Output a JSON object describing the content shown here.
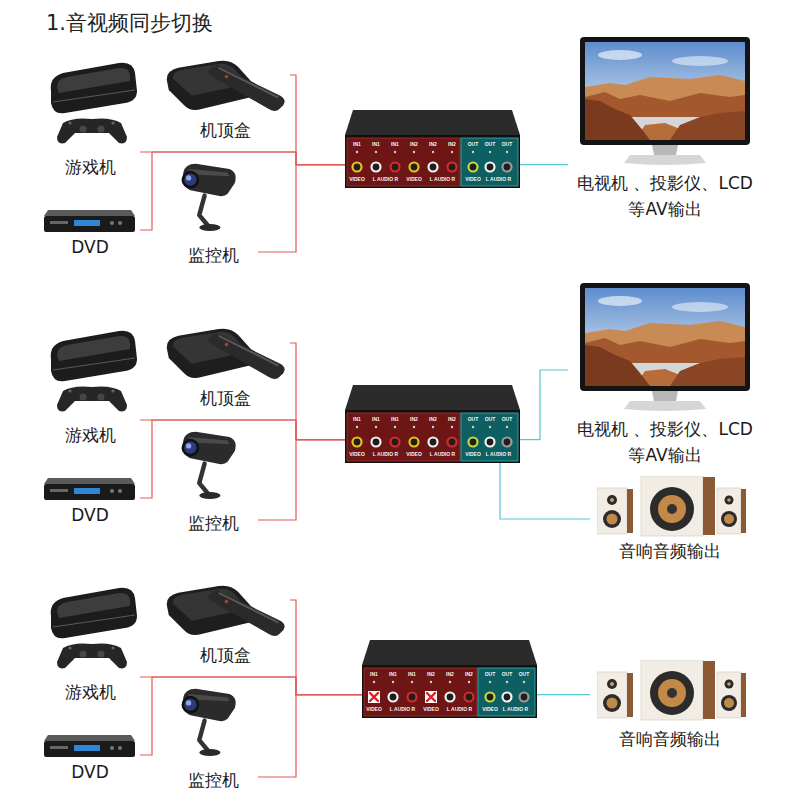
{
  "diagram": {
    "title": "1.音视频同步切换",
    "nodes": [
      {
        "text": [
          "游戏机"
        ]
      },
      {
        "text": [
          "机顶盒"
        ]
      },
      {
        "text": [
          "DVD"
        ]
      },
      {
        "text": [
          "监控机"
        ]
      },
      {
        "text": [
          "IN1",
          "IN1",
          "IN1",
          "IN2",
          "IN2",
          "IN2",
          "OUT",
          "OUT",
          "OUT",
          "VIDEO",
          "L AUDIO R",
          "VIDEO",
          "L AUDIO R",
          "VIDEO",
          "L AUDIO R"
        ]
      },
      {
        "text": [
          "电视机 、投影仪、LCD 等AV输出"
        ]
      },
      {
        "text": [
          "游戏机"
        ]
      },
      {
        "text": [
          "机顶盒"
        ]
      },
      {
        "text": [
          "DVD"
        ]
      },
      {
        "text": [
          "监控机"
        ]
      },
      {
        "text": [
          "IN1",
          "IN1",
          "IN1",
          "IN2",
          "IN2",
          "IN2",
          "OUT",
          "OUT",
          "OUT",
          "VIDEO",
          "L AUDIO R",
          "VIDEO",
          "L AUDIO R",
          "VIDEO",
          "L AUDIO R"
        ]
      },
      {
        "text": [
          "电视机 、投影仪、LCD 等AV输出"
        ]
      },
      {
        "text": [
          "音响音频输出"
        ]
      },
      {
        "text": [
          "游戏机"
        ]
      },
      {
        "text": [
          "机顶盒"
        ]
      },
      {
        "text": [
          "DVD"
        ]
      },
      {
        "text": [
          "监控机"
        ]
      },
      {
        "text": [
          "IN1",
          "IN1",
          "IN1",
          "IN2",
          "IN2",
          "IN2",
          "OUT",
          "OUT",
          "OUT",
          "VIDEO",
          "L AUDIO R",
          "VIDEO",
          "L AUDIO R",
          "VIDEO",
          "L AUDIO R"
        ]
      },
      {
        "text": [
          "音响音频输出"
        ]
      }
    ],
    "edges": [
      {
        "from": 0,
        "to": 4,
        "arrow": "none"
      },
      {
        "from": 1,
        "to": 4,
        "arrow": "none"
      },
      {
        "from": 2,
        "to": 4,
        "arrow": "none"
      },
      {
        "from": 3,
        "to": 4,
        "arrow": "none"
      },
      {
        "from": 4,
        "to": 5,
        "arrow": "none"
      },
      {
        "from": 6,
        "to": 10,
        "arrow": "none"
      },
      {
        "from": 7,
        "to": 10,
        "arrow": "none"
      },
      {
        "from": 8,
        "to": 10,
        "arrow": "none"
      },
      {
        "from": 9,
        "to": 10,
        "arrow": "none"
      },
      {
        "from": 10,
        "to": 11,
        "arrow": "none"
      },
      {
        "from": 10,
        "to": 12,
        "arrow": "none"
      },
      {
        "from": 13,
        "to": 17,
        "arrow": "none"
      },
      {
        "from": 14,
        "to": 17,
        "arrow": "none"
      },
      {
        "from": 15,
        "to": 17,
        "arrow": "none"
      },
      {
        "from": 16,
        "to": 17,
        "arrow": "none"
      },
      {
        "from": 17,
        "to": 18,
        "arrow": "none"
      }
    ]
  }
}
